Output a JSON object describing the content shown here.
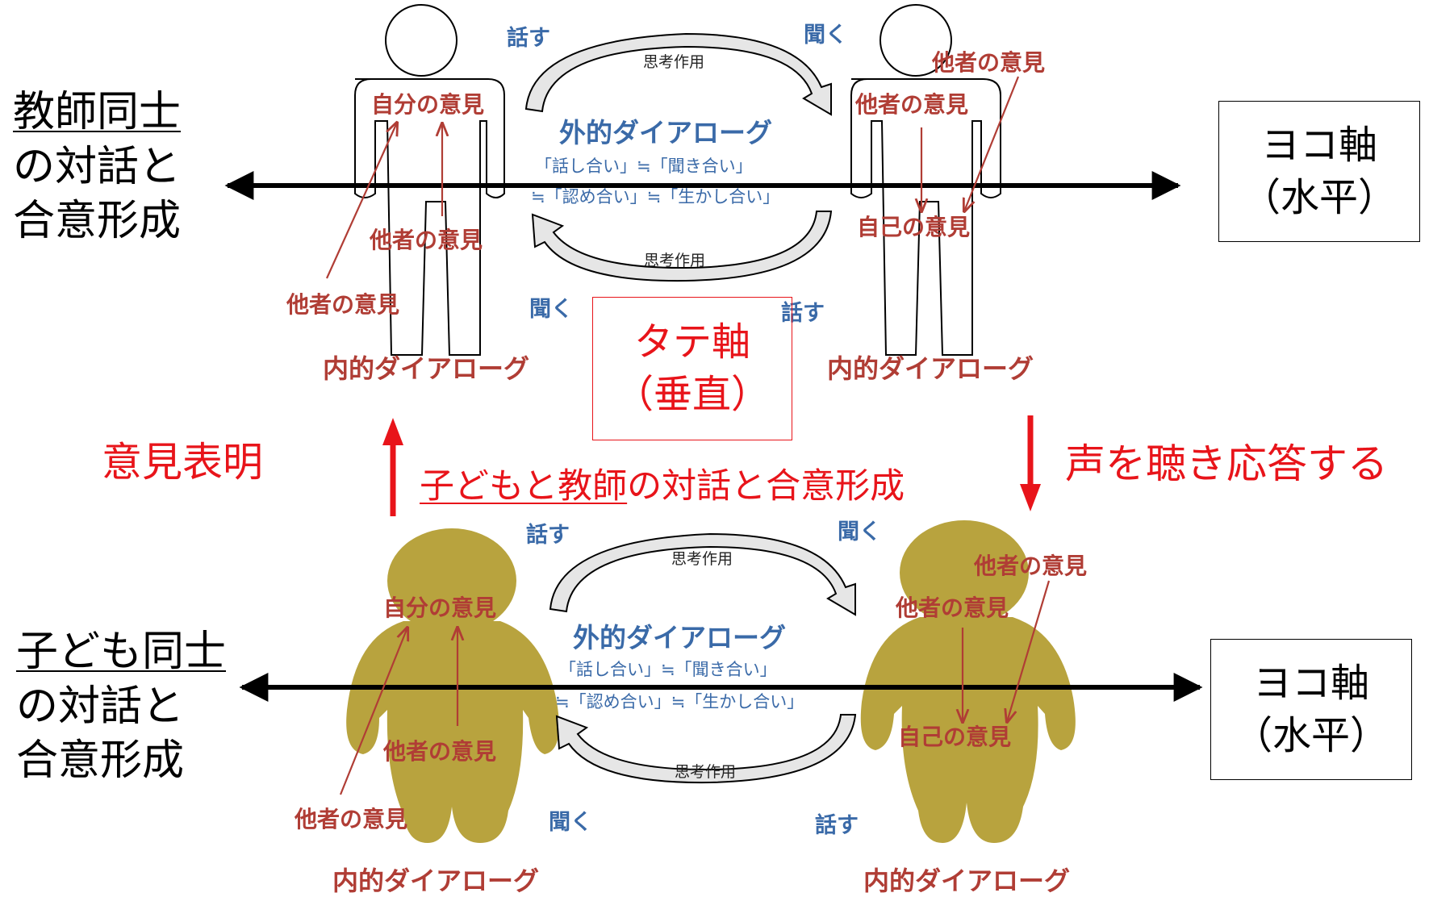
{
  "colors": {
    "red": "#e8141a",
    "brown_text": "#b03d35",
    "blue_text": "#3a6aa8",
    "child_fill": "#b8a33e"
  },
  "top": {
    "side_label": [
      "教師同士",
      "の対話と",
      "合意形成"
    ],
    "axis_box": [
      "ヨコ軸",
      "（水平）"
    ],
    "speak_left": "話す",
    "listen_right": "聞く",
    "listen_left": "聞く",
    "speak_right": "話す",
    "think_top": "思考作用",
    "think_bottom": "思考作用",
    "outer_dialogue": "外的ダイアローグ",
    "outer_line1": "「話し合い」≒「聞き合い」",
    "outer_line2": "≒「認め合い」≒「生かし合い」",
    "left_own": "自分の意見",
    "left_other_mid": "他者の意見",
    "left_other_low": "他者の意見",
    "left_inner": "内的ダイアローグ",
    "right_other_top": "他者の意見",
    "right_other": "他者の意見",
    "right_self": "自己の意見",
    "right_inner": "内的ダイアローグ"
  },
  "middle": {
    "vertical_box": [
      "タテ軸",
      "（垂直）"
    ],
    "express_opinion": "意見表明",
    "listen_respond": "声を聴き応答する",
    "child_teacher_underlined": "子どもと教師",
    "child_teacher_rest": "の対話と合意形成"
  },
  "bottom": {
    "side_label": [
      "子ども同士",
      "の対話と",
      "合意形成"
    ],
    "axis_box": [
      "ヨコ軸",
      "（水平）"
    ],
    "speak_left": "話す",
    "listen_right": "聞く",
    "listen_left": "聞く",
    "speak_right": "話す",
    "think_top": "思考作用",
    "think_bottom": "思考作用",
    "outer_dialogue": "外的ダイアローグ",
    "outer_line1": "「話し合い」≒「聞き合い」",
    "outer_line2": "≒「認め合い」≒「生かし合い」",
    "left_own": "自分の意見",
    "left_other_mid": "他者の意見",
    "left_other_low": "他者の意見",
    "left_inner": "内的ダイアローグ",
    "right_other_top": "他者の意見",
    "right_other": "他者の意見",
    "right_self": "自己の意見",
    "right_inner": "内的ダイアローグ"
  }
}
